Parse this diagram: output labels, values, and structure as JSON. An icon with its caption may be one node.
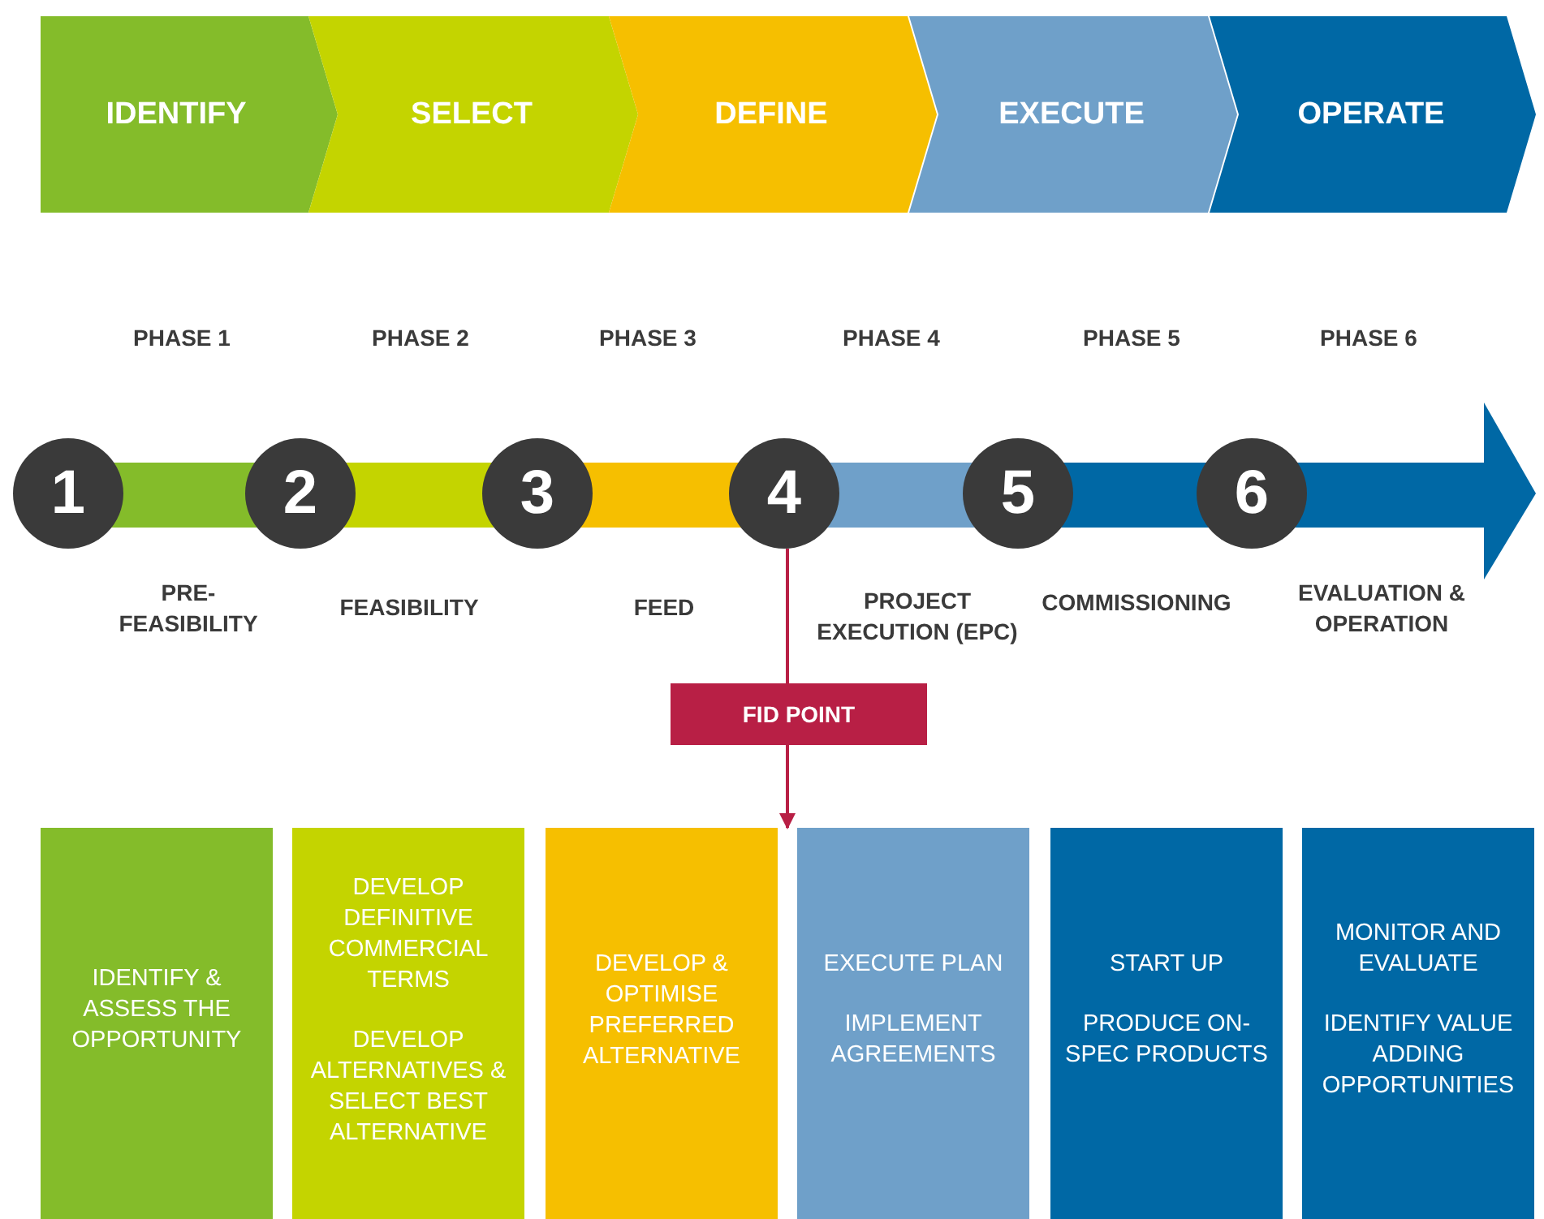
{
  "diagram": {
    "nodes": [
      {
        "text": [
          "IDENTIFY"
        ]
      },
      {
        "text": [
          "SELECT"
        ]
      },
      {
        "text": [
          "DEFINE"
        ]
      },
      {
        "text": [
          "EXECUTE"
        ]
      },
      {
        "text": [
          "OPERATE"
        ]
      },
      {
        "text": [
          "1"
        ]
      },
      {
        "text": [
          "2"
        ]
      },
      {
        "text": [
          "3"
        ]
      },
      {
        "text": [
          "4"
        ]
      },
      {
        "text": [
          "5"
        ]
      },
      {
        "text": [
          "6"
        ]
      },
      {
        "text": [
          "FID POINT"
        ]
      },
      {
        "text": [
          "IDENTIFY & ASSESS THE OPPORTUNITY"
        ]
      },
      {
        "text": [
          "DEVELOP DEFINITIVE COMMERCIAL TERMS",
          "DEVELOP ALTERNATIVES & SELECT BEST ALTERNATIVE"
        ]
      },
      {
        "text": [
          "DEVELOP & OPTIMISE PREFERRED ALTERNATIVE"
        ]
      },
      {
        "text": [
          "EXECUTE PLAN",
          "IMPLEMENT AGREEMENTS"
        ]
      },
      {
        "text": [
          "START UP",
          "PRODUCE ON-SPEC PRODUCTS"
        ]
      },
      {
        "text": [
          "MONITOR AND EVALUATE",
          "IDENTIFY VALUE ADDING OPPORTUNITIES"
        ]
      }
    ],
    "edges": [
      {
        "from": 8,
        "to": 11,
        "arrow": "none",
        "color": "#b81f45"
      },
      {
        "from": 11,
        "to": 14,
        "arrow": "to",
        "color": "#b81f45"
      }
    ],
    "labels": [
      "PHASE 1",
      "PHASE 2",
      "PHASE 3",
      "PHASE 4",
      "PHASE 5",
      "PHASE 6",
      "PRE- FEASIBILITY",
      "FEASIBILITY",
      "FEED",
      "PROJECT EXECUTION (EPC)",
      "COMMISSIONING",
      "EVALUATION & OPERATION"
    ]
  }
}
